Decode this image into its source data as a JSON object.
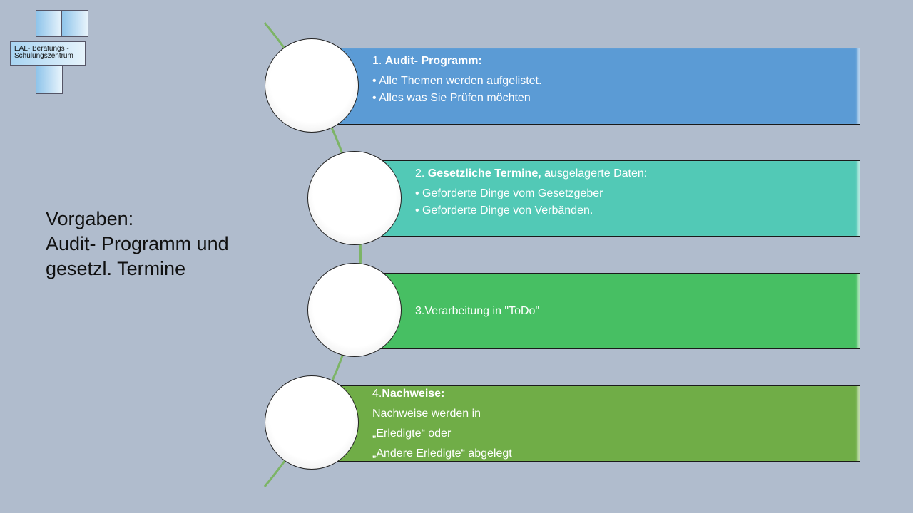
{
  "logo": {
    "line1": "EAL- Beratungs -",
    "line2": "Schulungszentrum"
  },
  "title": {
    "line1": "Vorgaben:",
    "line2": "Audit- Programm und",
    "line3": "gesetzl. Termine"
  },
  "steps": [
    {
      "num": "1. ",
      "bold": "Audit- Programm:",
      "rest": "",
      "bullets": [
        "• Alle Themen werden aufgelistet.",
        "• Alles was Sie Prüfen möchten"
      ],
      "color": "#5b9bd5"
    },
    {
      "num": "2. ",
      "bold": "Gesetzliche Termine, a",
      "rest": "usgelagerte Daten:",
      "bullets": [
        "• Geforderte Dinge vom Gesetzgeber",
        "• Geforderte Dinge von Verbänden."
      ],
      "color": "#52c9b6"
    },
    {
      "num": "3.Verarbeitung in \"ToDo\"",
      "color": "#47bf63"
    },
    {
      "num": "4.",
      "bold": "Nachweise:",
      "lines": [
        "Nachweise werden in",
        "„Erledigte“ oder",
        "„Andere Erledigte“ abgelegt"
      ],
      "color": "#70ad47"
    }
  ]
}
